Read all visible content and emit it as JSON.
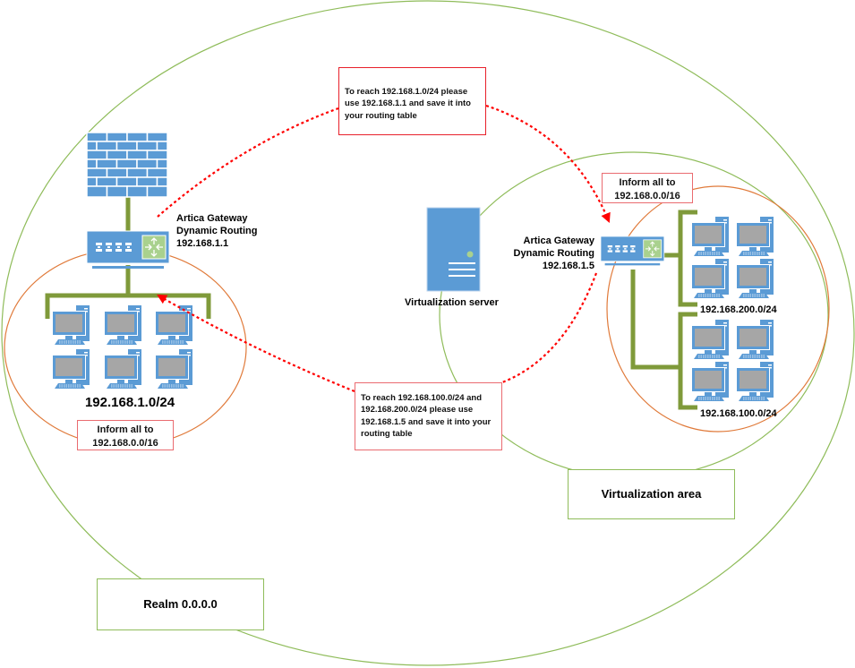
{
  "colors": {
    "zone_outline": "#8fbc5a",
    "subnet_outline": "#e07a3a",
    "device_blue": "#5b9bd5",
    "device_screen": "#a6a6a6",
    "link_green": "#7f9a3a",
    "route_arrow": "#e8202a",
    "router_switch_face": "#a9d18e"
  },
  "zones": {
    "realm": {
      "label": "Realm 0.0.0.0"
    },
    "virtualization_area": {
      "label": "Virtualization area"
    }
  },
  "left_site": {
    "firewall_icon": "firewall-icon",
    "gateway": {
      "line1": "Artica Gateway",
      "line2": "Dynamic Routing",
      "line3": "192.168.1.1"
    },
    "subnet_label": "192.168.1.0/24",
    "computers": 6,
    "inform": {
      "line1": "Inform all to",
      "line2": "192.168.0.0/16"
    }
  },
  "right_site": {
    "gateway": {
      "line1": "Artica Gateway",
      "line2": "Dynamic Routing",
      "line3": "192.168.1.5"
    },
    "inform": {
      "line1": "Inform all to",
      "line2": "192.168.0.0/16"
    },
    "subnets": [
      {
        "label": "192.168.200.0/24",
        "computers": 4
      },
      {
        "label": "192.168.100.0/24",
        "computers": 4
      }
    ]
  },
  "virtualization_server": {
    "label": "Virtualization server",
    "icon": "server-icon"
  },
  "messages": {
    "to_right_gateway": "To reach 192.168.1.0/24 please use 192.168.1.1 and save it into your routing table",
    "to_left_gateway": "To reach 192.168.100.0/24 and 192.168.200.0/24 please use 192.168.1.5 and save it into your routing table"
  }
}
